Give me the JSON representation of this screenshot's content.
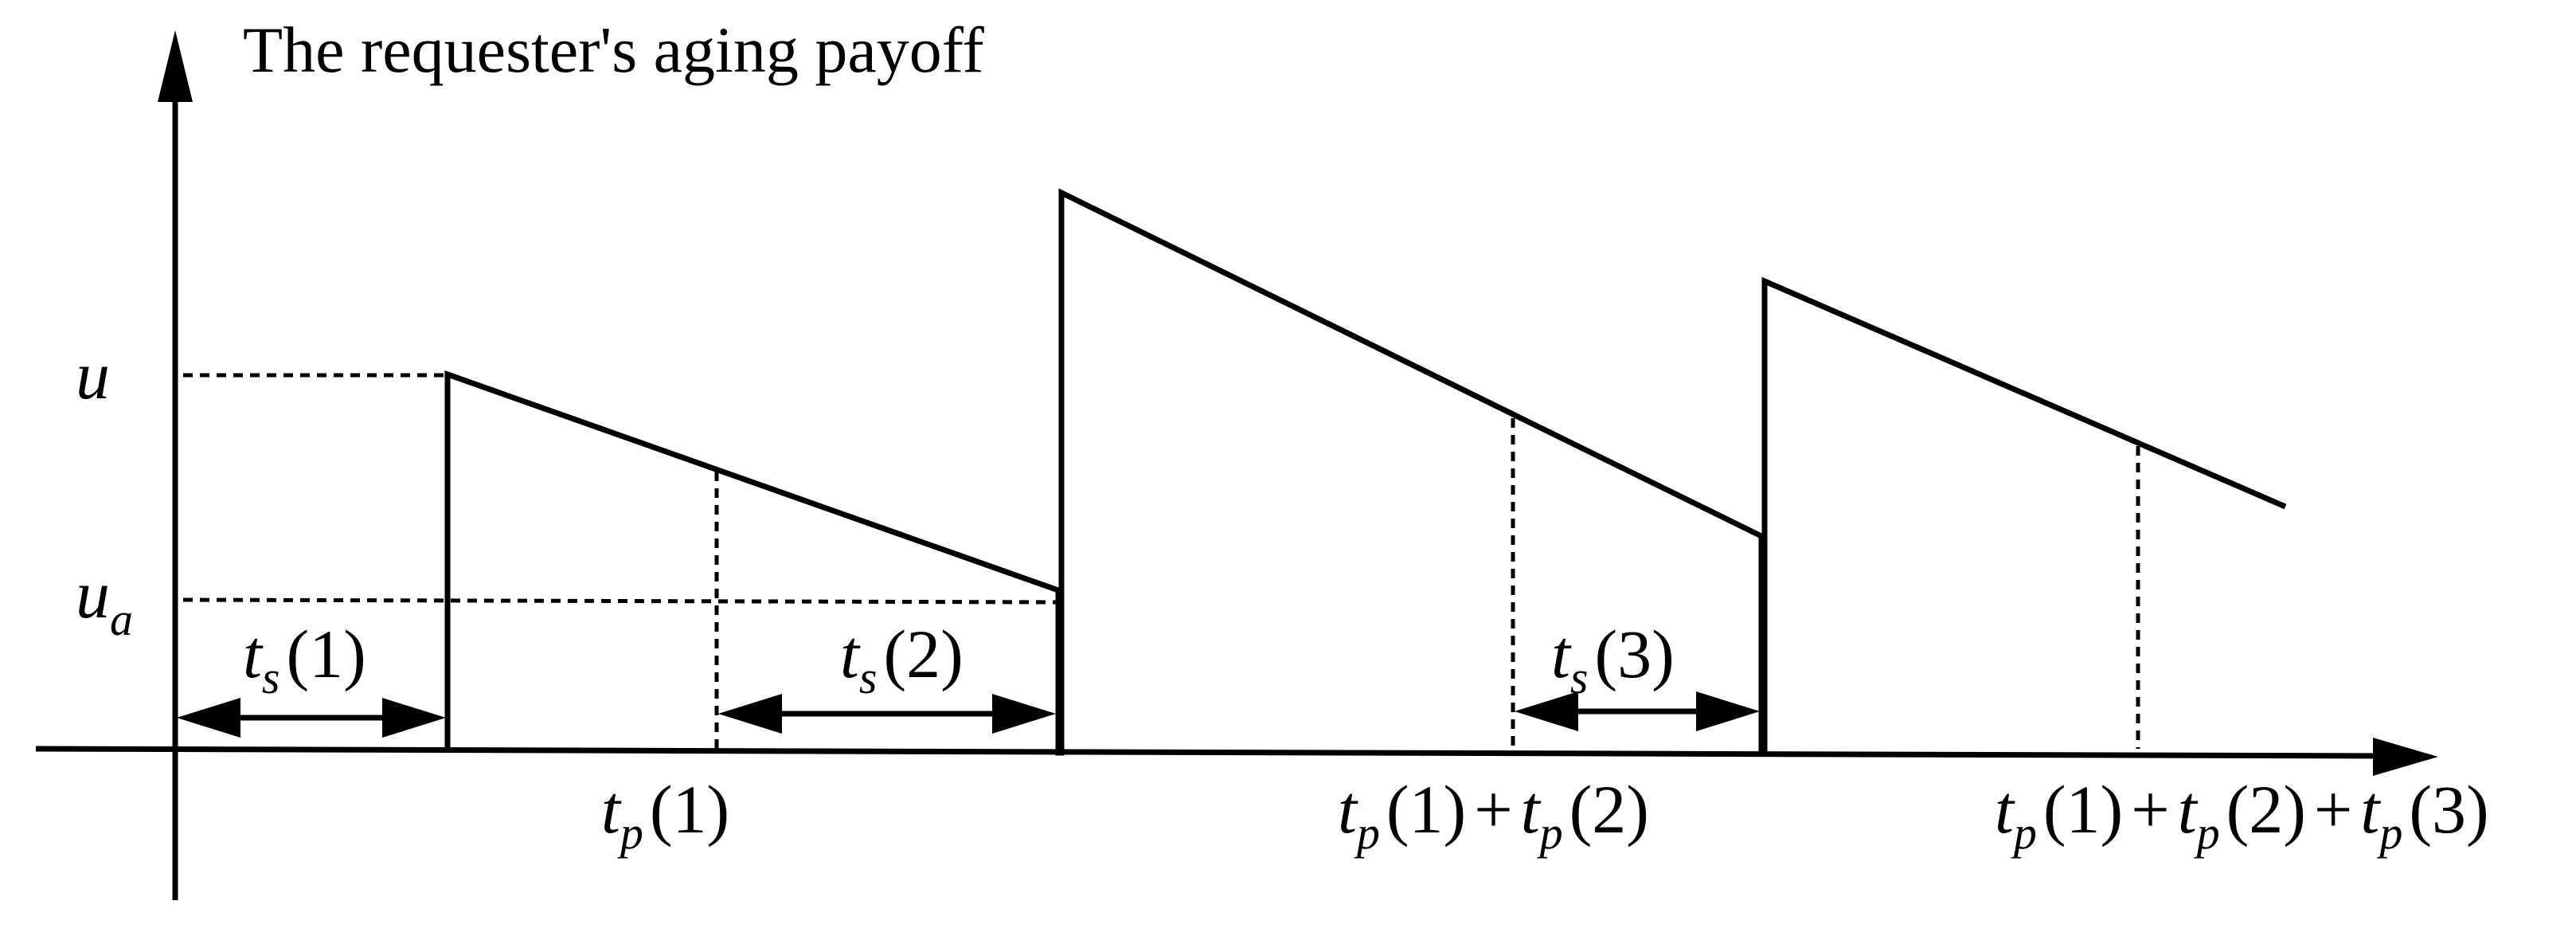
{
  "diagram": {
    "y_axis_title": "The requester's aging payoff",
    "y_labels": {
      "u": {
        "main": "u",
        "sub": ""
      },
      "ua": {
        "main": "u",
        "sub": "a"
      }
    },
    "ts_labels": {
      "ts1": {
        "main": "t",
        "sub": "s",
        "arg": "(1)"
      },
      "ts2": {
        "main": "t",
        "sub": "s",
        "arg": "(2)"
      },
      "ts3": {
        "main": "t",
        "sub": "s",
        "arg": "(3)"
      }
    },
    "tp_labels": {
      "tp1": {
        "t1": "t",
        "s1": "p",
        "a1": "(1)"
      },
      "tp12": {
        "t1": "t",
        "s1": "p",
        "a1": "(1)",
        "op1": "+",
        "t2": "t",
        "s2": "p",
        "a2": "(2)"
      },
      "tp123": {
        "t1": "t",
        "s1": "p",
        "a1": "(1)",
        "op1": "+",
        "t2": "t",
        "s2": "p",
        "a2": "(2)",
        "op2": "+",
        "t3": "t",
        "s3": "p",
        "a3": "(3)"
      }
    },
    "colors": {
      "ink": "#000000",
      "background": "#ffffff"
    }
  }
}
